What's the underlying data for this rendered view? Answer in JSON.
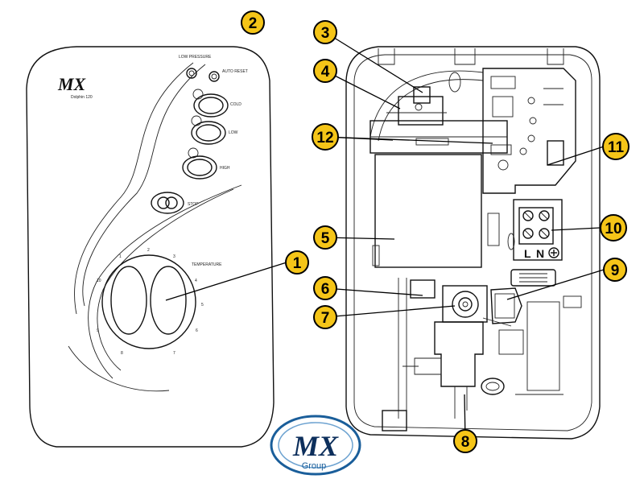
{
  "front_panel": {
    "logo": "MX",
    "model": "Dolphin 120",
    "buttons": {
      "low_pressure": "LOW PRESSURE",
      "auto_reset": "AUTO RESET",
      "cold": "COLD",
      "low": "LOW",
      "high": "HIGH",
      "stop": "STOP"
    },
    "dial_label": "TEMPERATURE",
    "dial_scale": [
      "1",
      "2",
      "3",
      "4",
      "5",
      "6",
      "7",
      "8",
      "9",
      "10"
    ]
  },
  "internals": {
    "terminal_labels": [
      "L",
      "N"
    ]
  },
  "callouts": [
    "1",
    "2",
    "3",
    "4",
    "5",
    "6",
    "7",
    "8",
    "9",
    "10",
    "11",
    "12"
  ],
  "brand": {
    "logo": "MX",
    "name": "Group",
    "colors": {
      "primary": "#1a5e9a",
      "dark": "#0d2f5c"
    }
  },
  "callout_color": "#f5c518"
}
